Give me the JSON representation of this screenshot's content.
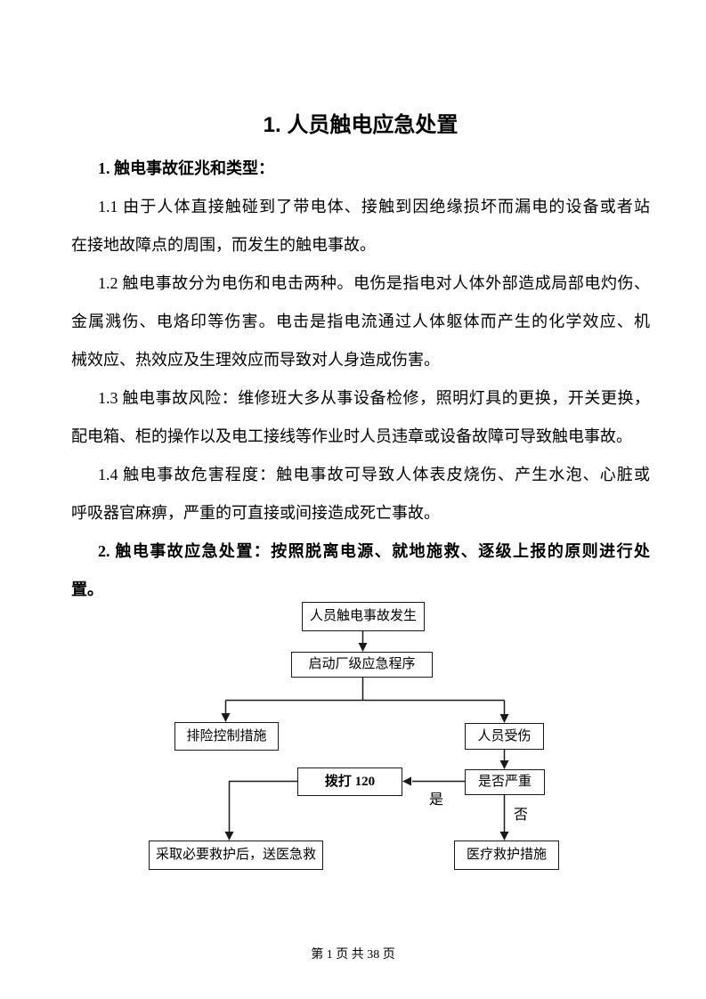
{
  "doc": {
    "title": "1. 人员触电应急处置",
    "heading1": "1. 触电事故征兆和类型：",
    "p11": {
      "lines": [
        "1.1 由于人体直接触碰到了带电体、接触到因绝缘损坏而漏电的设备或者站",
        "在接地故障点的周围，而发生的触电事故。"
      ]
    },
    "p12": {
      "lines": [
        "1.2 触电事故分为电伤和电击两种。电伤是指电对人体外部造成局部电灼伤、",
        "金属溅伤、电烙印等伤害。电击是指电流通过人体躯体而产生的化学效应、机",
        "械效应、热效应及生理效应而导致对人身造成伤害。"
      ]
    },
    "p13": {
      "lines": [
        "1.3 触电事故风险：维修班大多从事设备检修，照明灯具的更换，开关更换，",
        "配电箱、柜的操作以及电工接线等作业时人员违章或设备故障可导致触电事故。"
      ]
    },
    "p14": {
      "lines": [
        "1.4 触电事故危害程度：触电事故可导致人体表皮烧伤、产生水泡、心脏或",
        "呼吸器官麻痹，严重的可直接或间接造成死亡事故。"
      ]
    },
    "p2": {
      "lines": [
        "2. 触电事故应急处置：按照脱离电源、就地施救、逐级上报的原则进行处",
        "置。"
      ]
    }
  },
  "flowchart": {
    "nodes": {
      "start": "人员触电事故发生",
      "procedure": "启动厂级应急程序",
      "control": "排险控制措施",
      "injured": "人员受伤",
      "call120": "拨打 120",
      "severity": "是否严重",
      "rescue_send": "采取必要救护后，送医急救",
      "medical": "医疗救护措施"
    },
    "labels": {
      "yes": "是",
      "no": "否"
    }
  },
  "footer": {
    "text": "第 1 页 共 38 页"
  },
  "colors": {
    "text": "#000000",
    "line": "#1a1a1a",
    "background": "#ffffff"
  }
}
